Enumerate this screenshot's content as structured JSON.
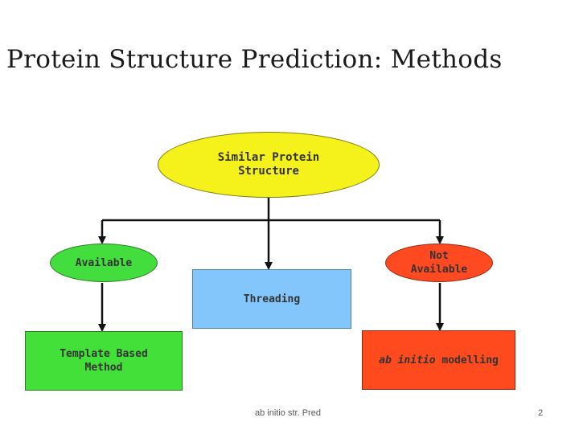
{
  "slide": {
    "title": "Protein Structure Prediction: Methods",
    "footer": "ab initio str. Pred",
    "page_number": "2"
  },
  "diagram": {
    "nodes": {
      "similar_protein": {
        "line1": "Similar Protein",
        "line2": "Structure",
        "color": "#f4f21a"
      },
      "available": {
        "label": "Available",
        "color": "#44dd3e"
      },
      "not_available": {
        "line1": "Not",
        "line2": "Available",
        "color": "#ff4a21"
      },
      "threading": {
        "label": "Threading",
        "color": "#83c6fb"
      },
      "template_based": {
        "line1": "Template Based",
        "line2": "Method",
        "color": "#44e03a"
      },
      "ab_initio": {
        "italic": "ab initio",
        "rest": " modelling",
        "color": "#ff4a1e"
      }
    }
  }
}
